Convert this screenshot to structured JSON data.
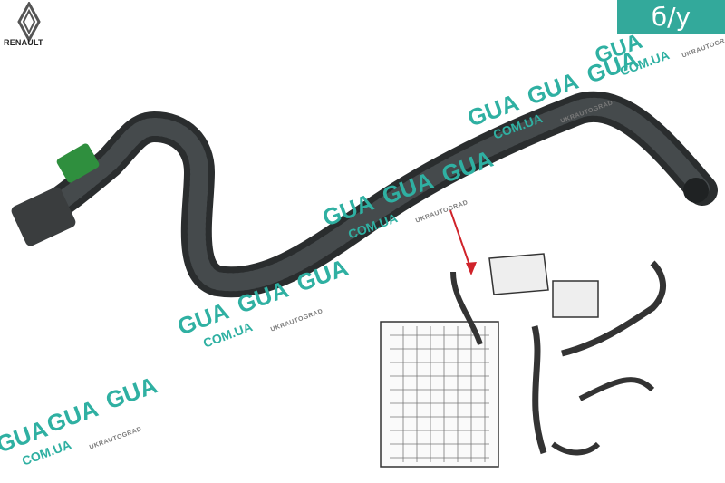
{
  "brand": {
    "name": "RENAULT"
  },
  "condition_badge": {
    "label": "б/у",
    "color": "#33a99b"
  },
  "watermark": {
    "big": "GUA",
    "domain": "COM.UA",
    "small": "UKRAUTOGRAD",
    "color": "#2fb0a2"
  },
  "photo": {
    "subject-icon": "rubber-hose",
    "diagram-icon": "engine-cooling-diagram"
  }
}
